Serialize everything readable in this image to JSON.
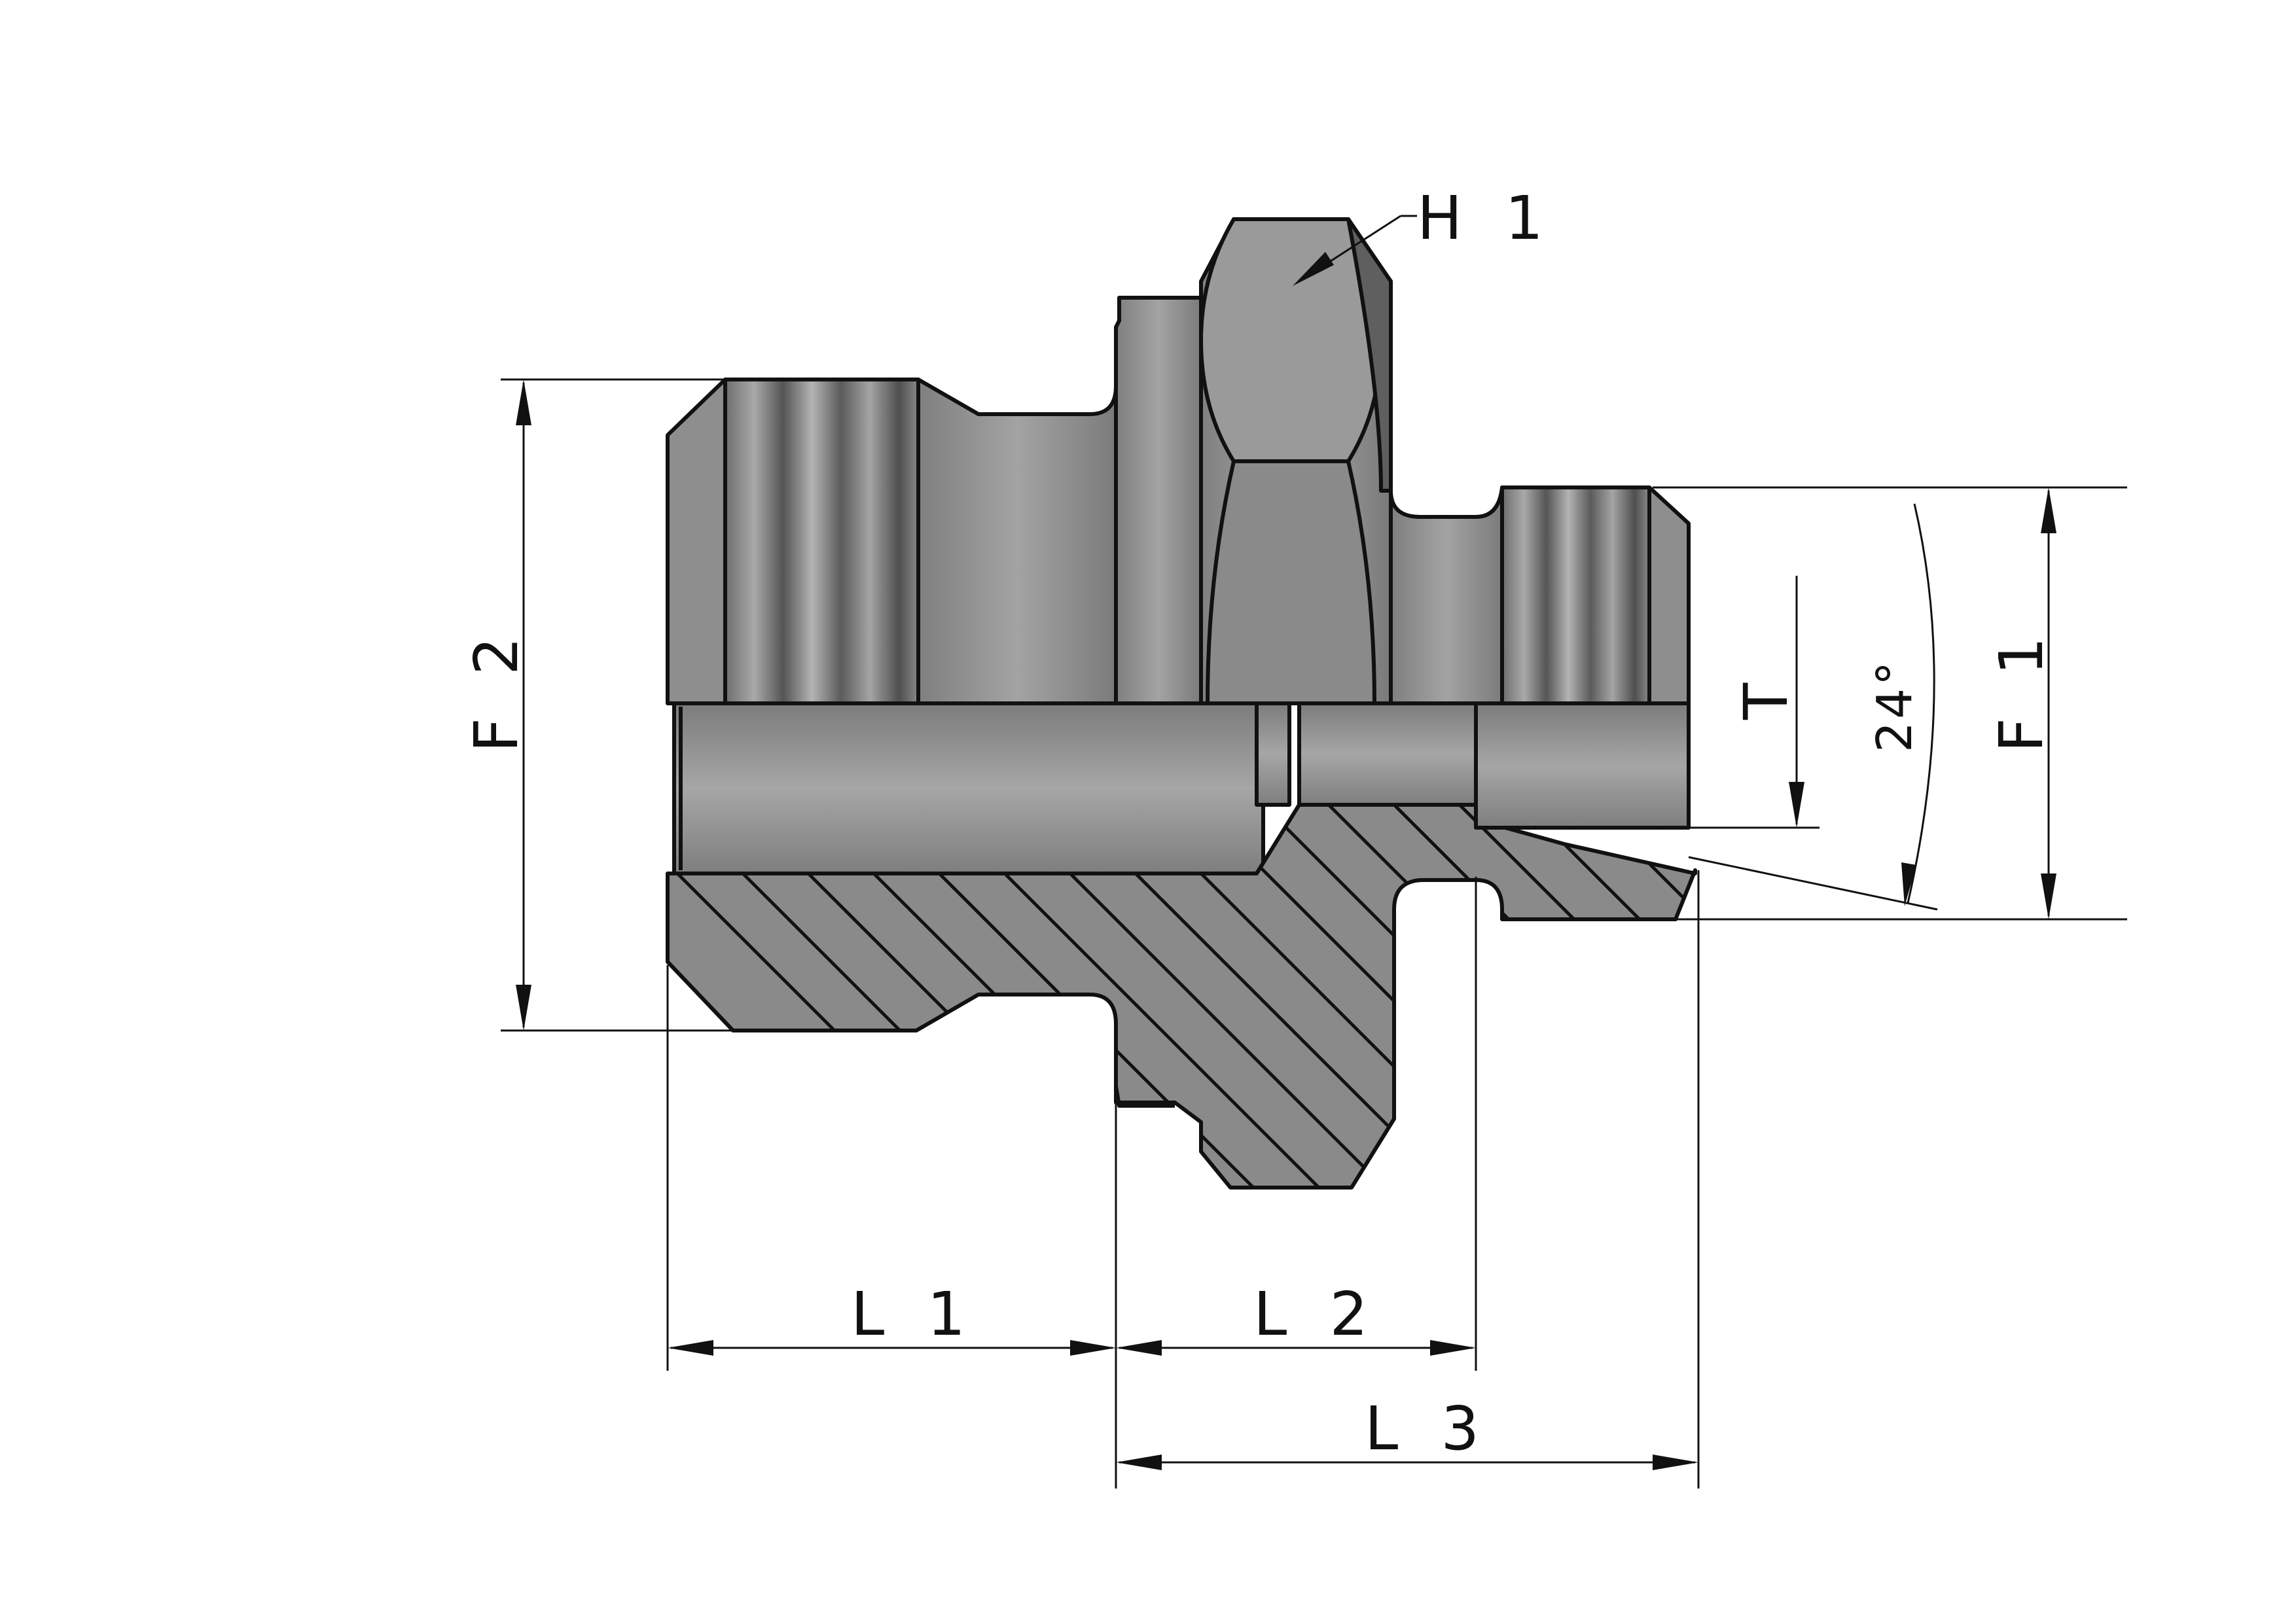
{
  "labels": {
    "h1": "H 1",
    "f1": "F 1",
    "f2": "F 2",
    "t": "T",
    "angle": "24°",
    "l1": "L 1",
    "l2": "L 2",
    "l3": "L 3"
  },
  "colors": {
    "body": "#8d8d8d",
    "body_light": "#b0b0b0",
    "body_dark": "#6a6a6a",
    "section": "#7a7a7a",
    "line": "#111111"
  }
}
